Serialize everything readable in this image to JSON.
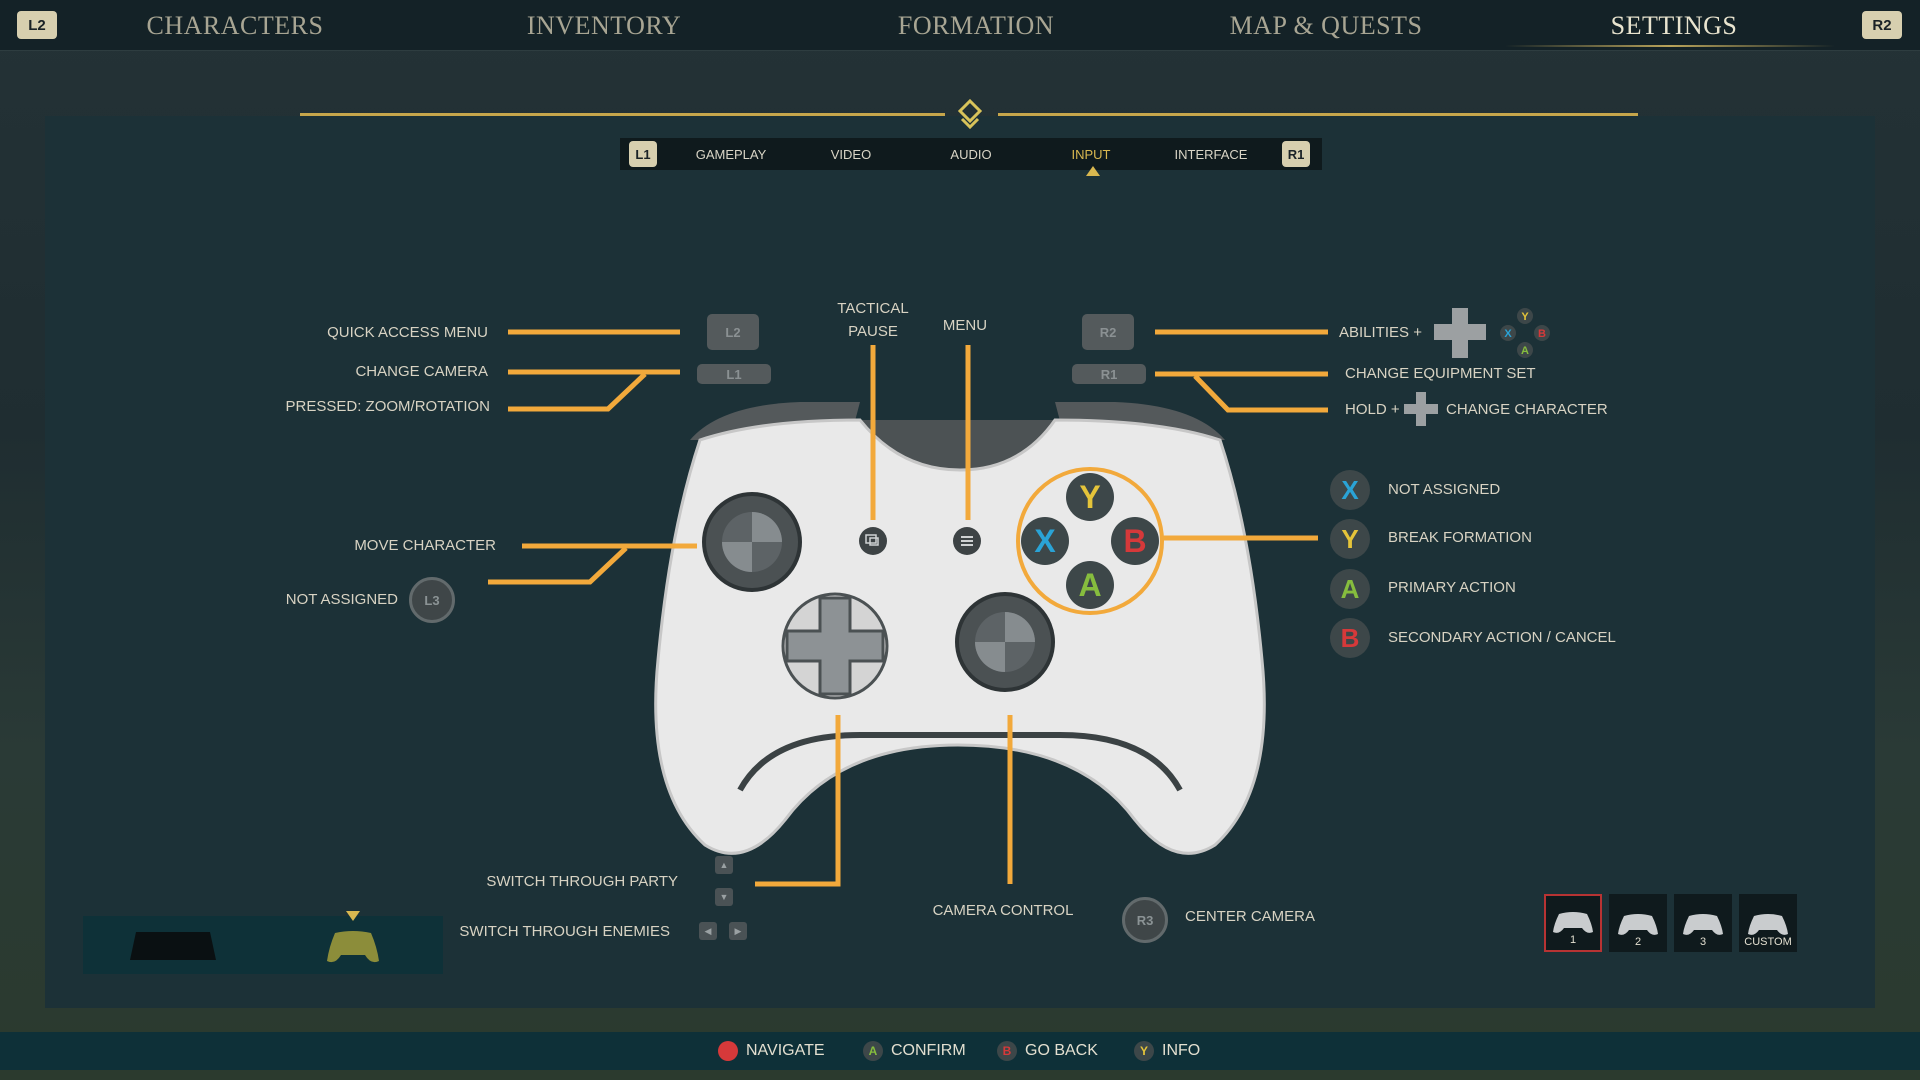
{
  "top_nav": {
    "left_button": "L2",
    "right_button": "R2",
    "tabs": [
      "CHARACTERS",
      "INVENTORY",
      "FORMATION",
      "MAP & QUESTS",
      "SETTINGS"
    ],
    "active_tab": "SETTINGS"
  },
  "sub_nav": {
    "left_button": "L1",
    "right_button": "R1",
    "tabs": [
      "GAMEPLAY",
      "VIDEO",
      "AUDIO",
      "INPUT",
      "INTERFACE"
    ],
    "active_tab": "INPUT"
  },
  "controller": {
    "left_labels": {
      "quick_access": "QUICK ACCESS MENU",
      "change_camera": "CHANGE CAMERA",
      "zoom_rotation": "PRESSED: ZOOM/ROTATION",
      "move_character": "MOVE CHARACTER",
      "not_assigned_l3": "NOT ASSIGNED"
    },
    "top_labels": {
      "tactical_pause": "TACTICAL PAUSE",
      "menu": "MENU"
    },
    "right_labels": {
      "abilities": "ABILITIES +",
      "change_equipment": "CHANGE EQUIPMENT SET",
      "hold": "HOLD +",
      "change_character": "CHANGE CHARACTER"
    },
    "face_buttons": [
      {
        "letter": "X",
        "label": "NOT ASSIGNED",
        "color": "#2aa3d6"
      },
      {
        "letter": "Y",
        "label": "BREAK FORMATION",
        "color": "#e5c43a"
      },
      {
        "letter": "A",
        "label": "PRIMARY ACTION",
        "color": "#86bd3e"
      },
      {
        "letter": "B",
        "label": "SECONDARY ACTION / CANCEL",
        "color": "#d6393a"
      }
    ],
    "bottom_labels": {
      "switch_party": "SWITCH THROUGH PARTY",
      "switch_enemies": "SWITCH THROUGH ENEMIES",
      "camera_control": "CAMERA CONTROL",
      "center_camera": "CENTER CAMERA"
    },
    "buttons": {
      "l2": "L2",
      "l1": "L1",
      "r2": "R2",
      "r1": "R1",
      "l3": "L3",
      "r3": "R3"
    }
  },
  "presets": {
    "items": [
      "1",
      "2",
      "3",
      "CUSTOM"
    ],
    "active": "1"
  },
  "hints": [
    {
      "key": "",
      "label": "NAVIGATE",
      "color": "#d6393a"
    },
    {
      "key": "A",
      "label": "CONFIRM",
      "color": "#86bd3e"
    },
    {
      "key": "B",
      "label": "GO BACK",
      "color": "#d6393a"
    },
    {
      "key": "Y",
      "label": "INFO",
      "color": "#e5c43a"
    }
  ],
  "colors": {
    "accent": "#f2a93b",
    "gold": "#c6a64b",
    "panel": "#1c3137"
  }
}
